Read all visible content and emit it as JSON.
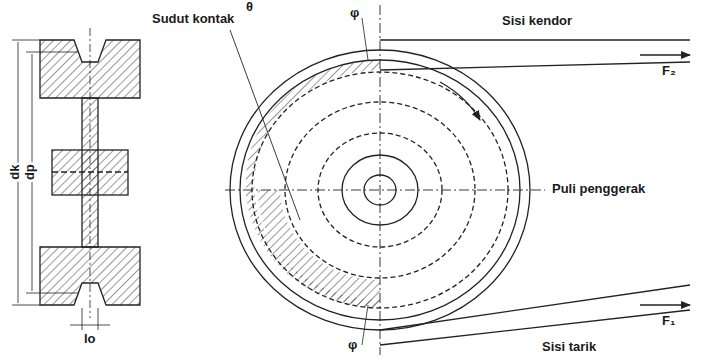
{
  "diagram": {
    "labels": [
      "Sudut kontak",
      "θ",
      "Sisi kendor",
      "F₂",
      "Puli penggerak",
      "Sisi tarik",
      "F₁",
      "φ",
      "φ",
      "dk",
      "dp",
      "lo"
    ]
  }
}
